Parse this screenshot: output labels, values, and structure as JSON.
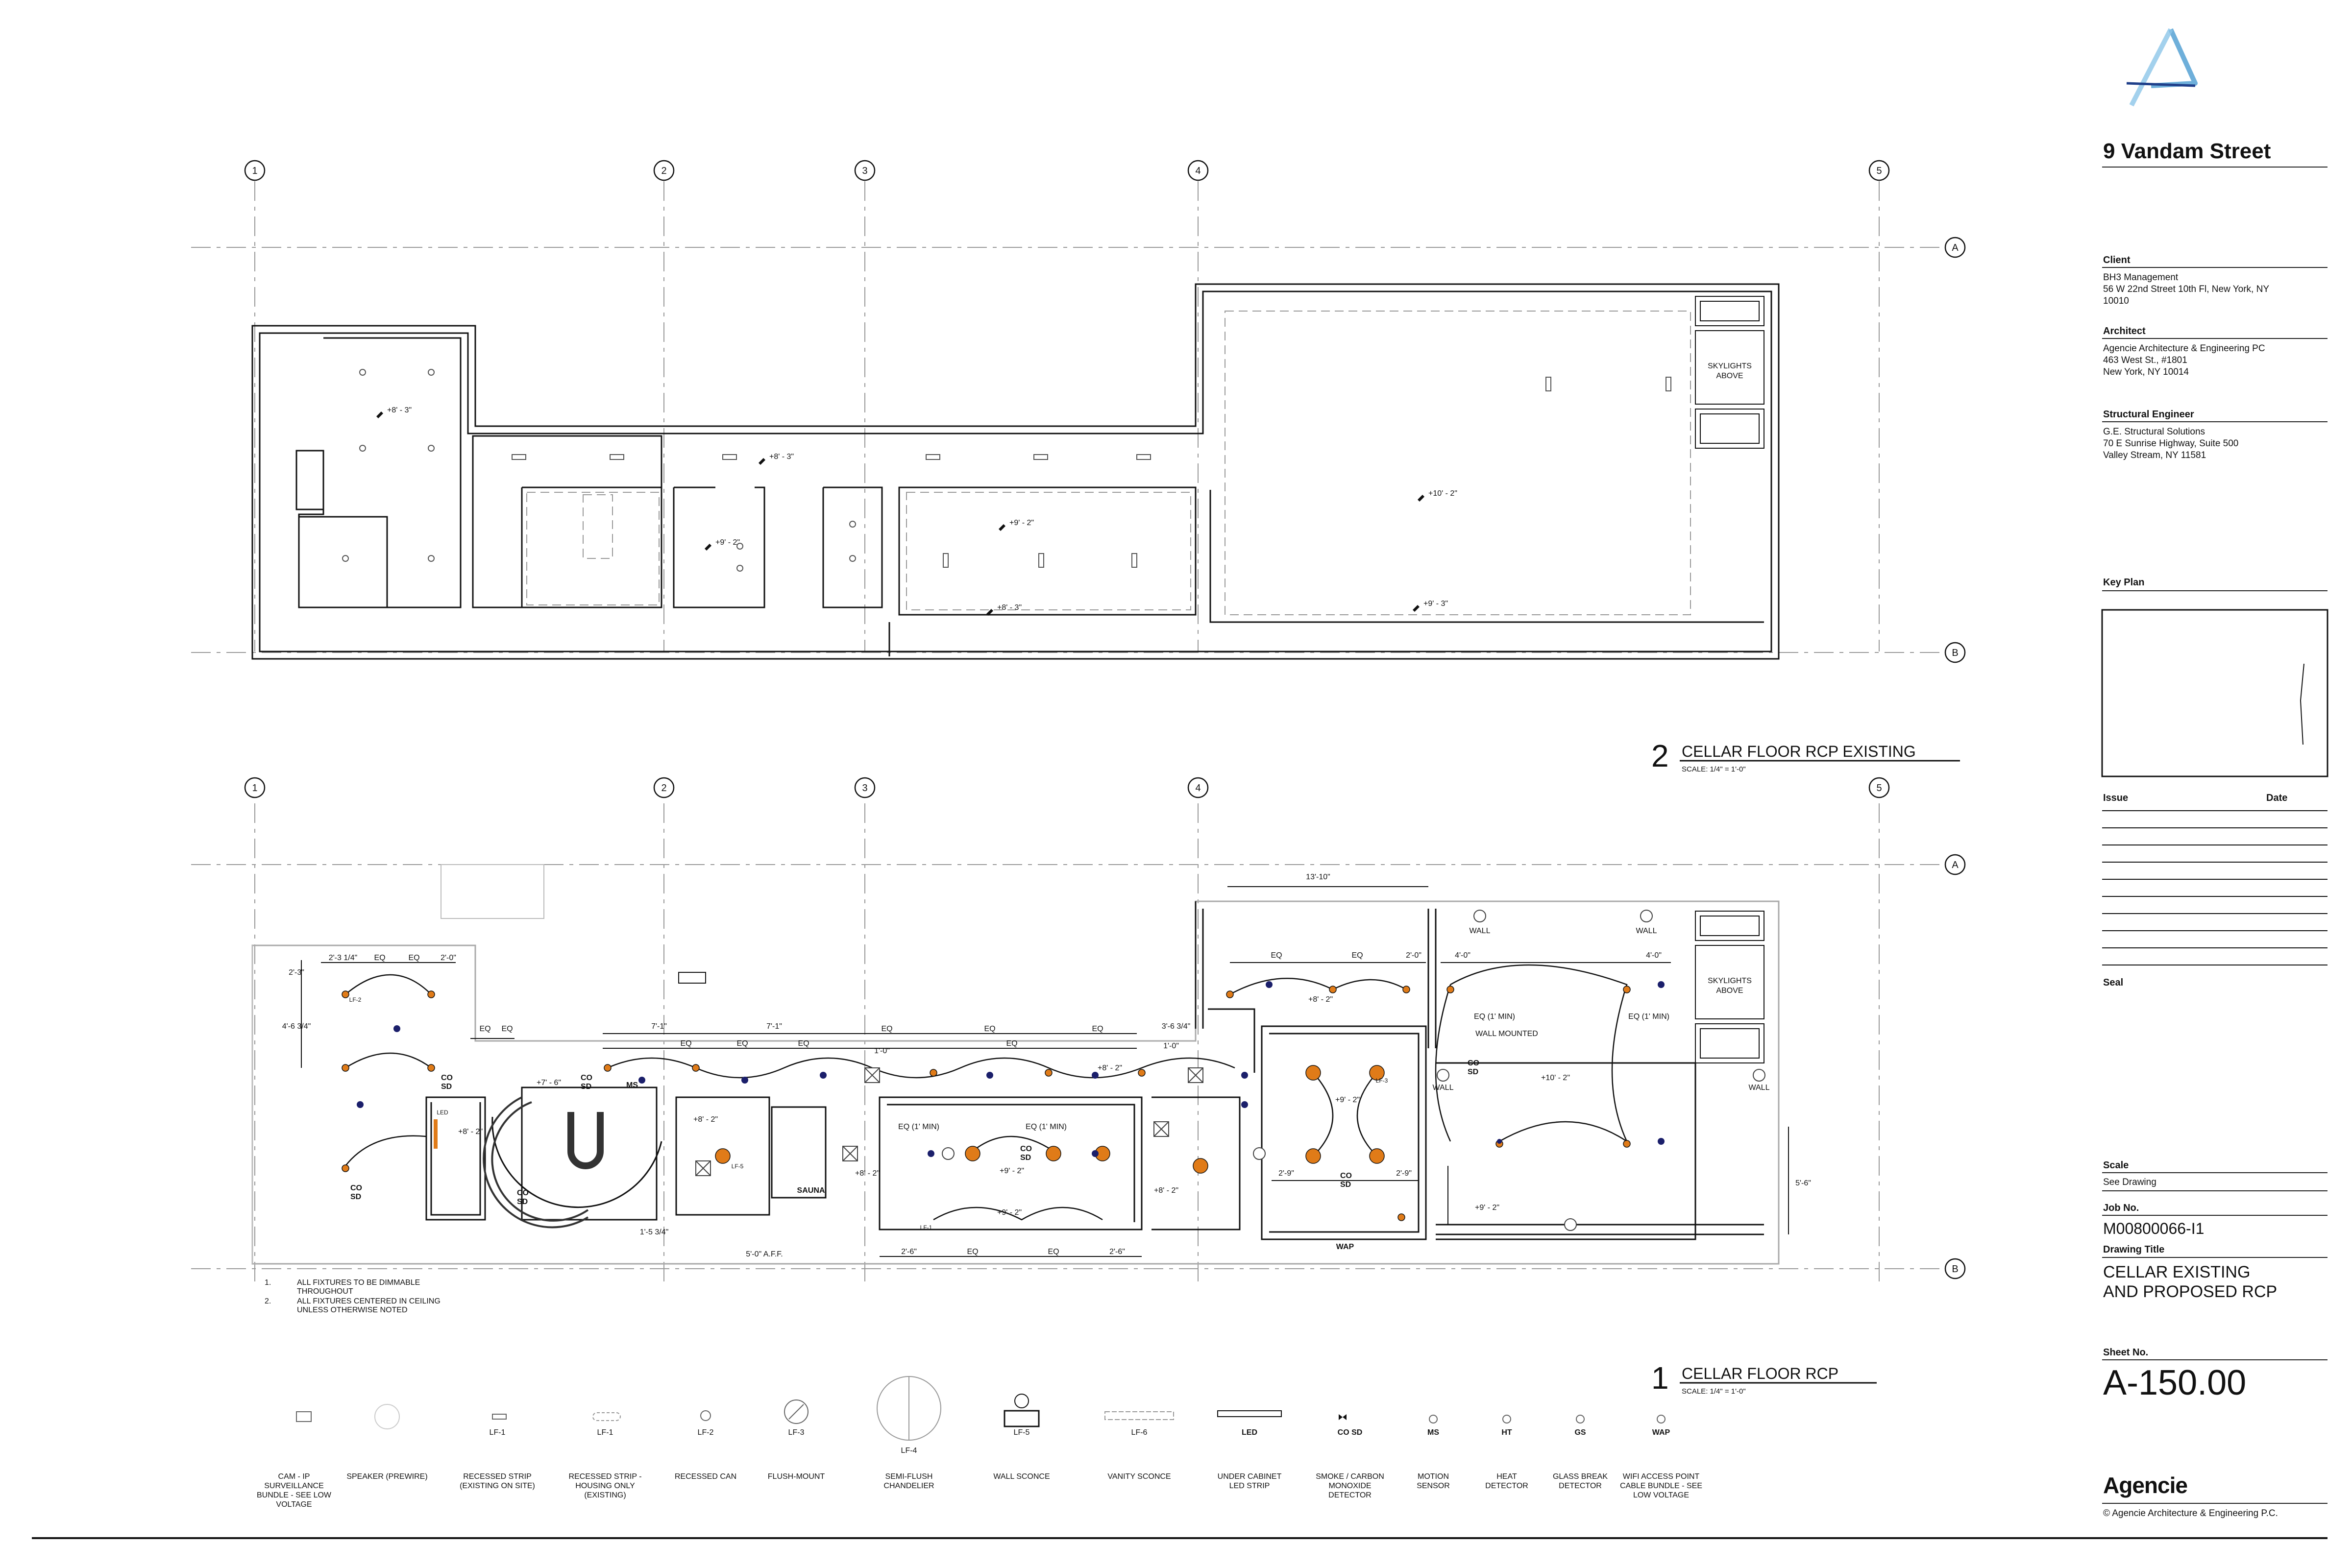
{
  "project": {
    "name": "9 Vandam Street",
    "firm_wordmark": "Agencie",
    "copyright": "© Agencie Architecture & Engineering P.C."
  },
  "title_block": {
    "client_label": "Client",
    "client_lines": [
      "BH3 Management",
      "56 W 22nd Street 10th Fl, New York, NY",
      "10010"
    ],
    "architect_label": "Architect",
    "architect_lines": [
      "Agencie Architecture & Engineering PC",
      "463 West St., #1801",
      "New York, NY 10014"
    ],
    "structural_label": "Structural Engineer",
    "structural_lines": [
      "G.E. Structural Solutions",
      "70 E Sunrise Highway, Suite 500",
      "Valley Stream, NY 11581"
    ],
    "key_plan_label": "Key Plan",
    "issue_label": "Issue",
    "date_label": "Date",
    "seal_label": "Seal",
    "scale_label": "Scale",
    "scale_value": "See Drawing",
    "job_label": "Job No.",
    "job_value": "M00800066-I1",
    "drawing_title_label": "Drawing Title",
    "drawing_title_lines": [
      "CELLAR EXISTING",
      "AND PROPOSED RCP"
    ],
    "sheet_label": "Sheet No.",
    "sheet_value": "A-150.00"
  },
  "grid": {
    "columns": [
      "1",
      "2",
      "3",
      "4",
      "5"
    ],
    "rows": [
      "A",
      "B"
    ]
  },
  "views": [
    {
      "number": "2",
      "title": "CELLAR FLOOR RCP EXISTING",
      "scale": "SCALE:  1/4\" = 1'-0\""
    },
    {
      "number": "1",
      "title": "CELLAR FLOOR RCP",
      "scale": "SCALE:  1/4\" = 1'-0\""
    }
  ],
  "existing_plan_labels": {
    "skylights": [
      "SKYLIGHTS",
      "ABOVE"
    ],
    "heights": [
      "+8' - 3\"",
      "+8' - 3\"",
      "+9' - 2\"",
      "+9' - 2\"",
      "+8' - 3\"",
      "+10' - 2\"",
      "+9' - 3\""
    ]
  },
  "proposed_plan_labels": {
    "dims": [
      "2'-3 1/4\"",
      "EQ",
      "EQ",
      "2'-0\"",
      "EQ",
      "EQ",
      "7'-1\"",
      "7'-1\"",
      "EQ",
      "EQ",
      "EQ",
      "EQ",
      "EQ",
      "EQ",
      "EQ",
      "13'-10\"",
      "EQ",
      "EQ",
      "2'-0\"",
      "4'-0\"",
      "4'-0\"",
      "3'-6 3/4\"",
      "2'-3\"",
      "4'-6 3/4\"",
      "1'-0\"",
      "1'-0\"",
      "EQ (1' MIN)",
      "EQ (1' MIN)",
      "EQ (1' MIN)",
      "EQ (1' MIN)",
      "2'-6\"",
      "EQ",
      "EQ",
      "2'-6\"",
      "1'-5 3/4\"",
      "5'-0\" A.F.F.",
      "5'-6\"",
      "2'-9\"",
      "2'-9\""
    ],
    "rooms": [
      "SAUNA",
      "WALL",
      "WALL",
      "WALL MOUNTED",
      "WALL",
      "WALL",
      "WAP"
    ],
    "skylights": [
      "SKYLIGHTS",
      "ABOVE"
    ],
    "heights": [
      "+7' - 6\"",
      "+8' - 2\"",
      "+8' - 2\"",
      "+8' - 2\"",
      "+9' - 2\"",
      "+8' - 2\"",
      "+9' - 2\"",
      "+8' - 2\"",
      "+8' - 2\"",
      "+9' - 2\"",
      "+10' - 2\"",
      "+9' - 2\""
    ],
    "tags": [
      "LF-2",
      "LF-3",
      "LF-5",
      "LF-1",
      "LED",
      "MS"
    ],
    "detectors": [
      "CO",
      "SD"
    ]
  },
  "notes": [
    {
      "num": "1.",
      "lines": [
        "ALL FIXTURES TO BE DIMMABLE",
        "THROUGHOUT"
      ]
    },
    {
      "num": "2.",
      "lines": [
        "ALL FIXTURES CENTERED IN CEILING",
        "UNLESS OTHERWISE NOTED"
      ]
    }
  ],
  "legend": [
    {
      "tag": "",
      "icon": "camera-icon",
      "label": [
        "CAM - IP",
        "SURVEILLANCE",
        "BUNDLE - SEE LOW",
        "VOLTAGE"
      ]
    },
    {
      "tag": "",
      "icon": "speaker-icon",
      "label": [
        "SPEAKER (PREWIRE)"
      ]
    },
    {
      "tag": "LF-1",
      "icon": "recessed-strip-icon",
      "label": [
        "RECESSED STRIP",
        "(EXISTING ON SITE)"
      ]
    },
    {
      "tag": "LF-1",
      "icon": "recessed-strip-housing-icon",
      "label": [
        "RECESSED STRIP -",
        "HOUSING ONLY",
        "(EXISTING)"
      ]
    },
    {
      "tag": "LF-2",
      "icon": "recessed-can-icon",
      "label": [
        "RECESSED CAN"
      ]
    },
    {
      "tag": "LF-3",
      "icon": "flush-mount-icon",
      "label": [
        "FLUSH-MOUNT"
      ]
    },
    {
      "tag": "LF-4",
      "icon": "chandelier-icon",
      "label": [
        "SEMI-FLUSH",
        "CHANDELIER"
      ]
    },
    {
      "tag": "LF-5",
      "icon": "wall-sconce-icon",
      "label": [
        "WALL SCONCE"
      ]
    },
    {
      "tag": "LF-6",
      "icon": "vanity-sconce-icon",
      "label": [
        "VANITY SCONCE"
      ]
    },
    {
      "tag": "LED",
      "icon": "led-strip-icon",
      "label": [
        "UNDER CABINET",
        "LED STRIP"
      ]
    },
    {
      "tag": "CO SD",
      "icon": "smoke-detector-icon",
      "label": [
        "SMOKE / CARBON",
        "MONOXIDE",
        "DETECTOR"
      ]
    },
    {
      "tag": "MS",
      "icon": "motion-sensor-icon",
      "label": [
        "MOTION",
        "SENSOR"
      ]
    },
    {
      "tag": "HT",
      "icon": "heat-detector-icon",
      "label": [
        "HEAT",
        "DETECTOR"
      ]
    },
    {
      "tag": "GS",
      "icon": "glass-break-icon",
      "label": [
        "GLASS BREAK",
        "DETECTOR"
      ]
    },
    {
      "tag": "WAP",
      "icon": "wifi-icon",
      "label": [
        "WIFI ACCESS POINT",
        "CABLE BUNDLE - SEE",
        "LOW VOLTAGE"
      ]
    }
  ],
  "colors": {
    "line": "#1a1a1a",
    "grid": "#888888",
    "fixture_orange": "#e07b18",
    "fixture_navy": "#1b1f6b",
    "logo_blue": "#4a9bd1",
    "logo_dark": "#1f3f8a"
  }
}
